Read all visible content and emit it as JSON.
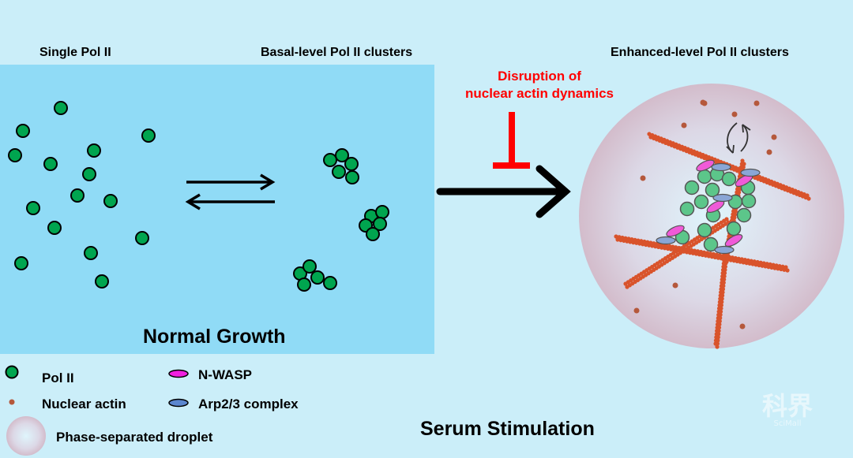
{
  "headers": {
    "single": "Single Pol II",
    "basal": "Basal-level Pol II clusters",
    "enhanced": "Enhanced-level Pol II clusters"
  },
  "panel_label": "Normal Growth",
  "inhibition": {
    "line1": "Disruption of",
    "line2": "nuclear actin dynamics",
    "color": "#ff0000"
  },
  "bottom_label": "Serum Stimulation",
  "legend": {
    "pol2": "Pol II",
    "actin": "Nuclear actin",
    "nwasp": "N-WASP",
    "arp": "Arp2/3 complex",
    "droplet": "Phase-separated droplet"
  },
  "watermark": {
    "cn": "科界",
    "en": "SciMall"
  },
  "colors": {
    "pol2": "#00a54f",
    "pol2_cluster": "#5cc68a",
    "actin": "#d9532b",
    "nwasp": "#f05ad8",
    "arp": "#8aa6d6",
    "panel": "#90dbf6",
    "background": "#cbeef9"
  }
}
